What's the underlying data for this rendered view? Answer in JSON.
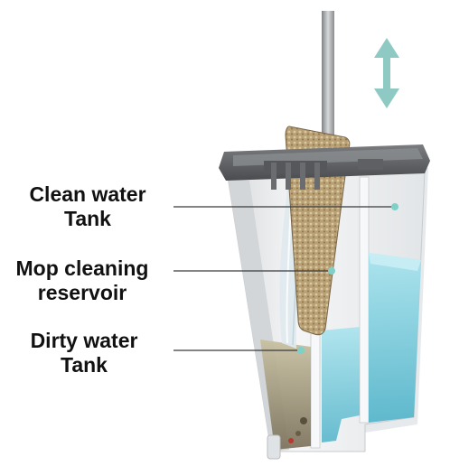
{
  "callouts": [
    {
      "id": "clean-water-tank",
      "lines": [
        "Clean water",
        "Tank"
      ]
    },
    {
      "id": "mop-cleaning-reservoir",
      "lines": [
        "Mop cleaning",
        "reservoir"
      ]
    },
    {
      "id": "dirty-water-tank",
      "lines": [
        "Dirty water",
        "Tank"
      ]
    }
  ],
  "colors": {
    "label_text": "#111111",
    "leader_line": "#3a3a3a",
    "marker_dot": "#7fd0c8",
    "arrow": "#8ec9c4",
    "bucket_body": "#eceeef",
    "bucket_rim": "#5e6063",
    "clean_water": "#7ecfe0",
    "dirty_water": "#a99f7c",
    "mop_pad": "#b49a6e",
    "handle": "#9a9c9e"
  },
  "icons": {
    "motion_indicator": "double-arrow-vertical-icon"
  }
}
